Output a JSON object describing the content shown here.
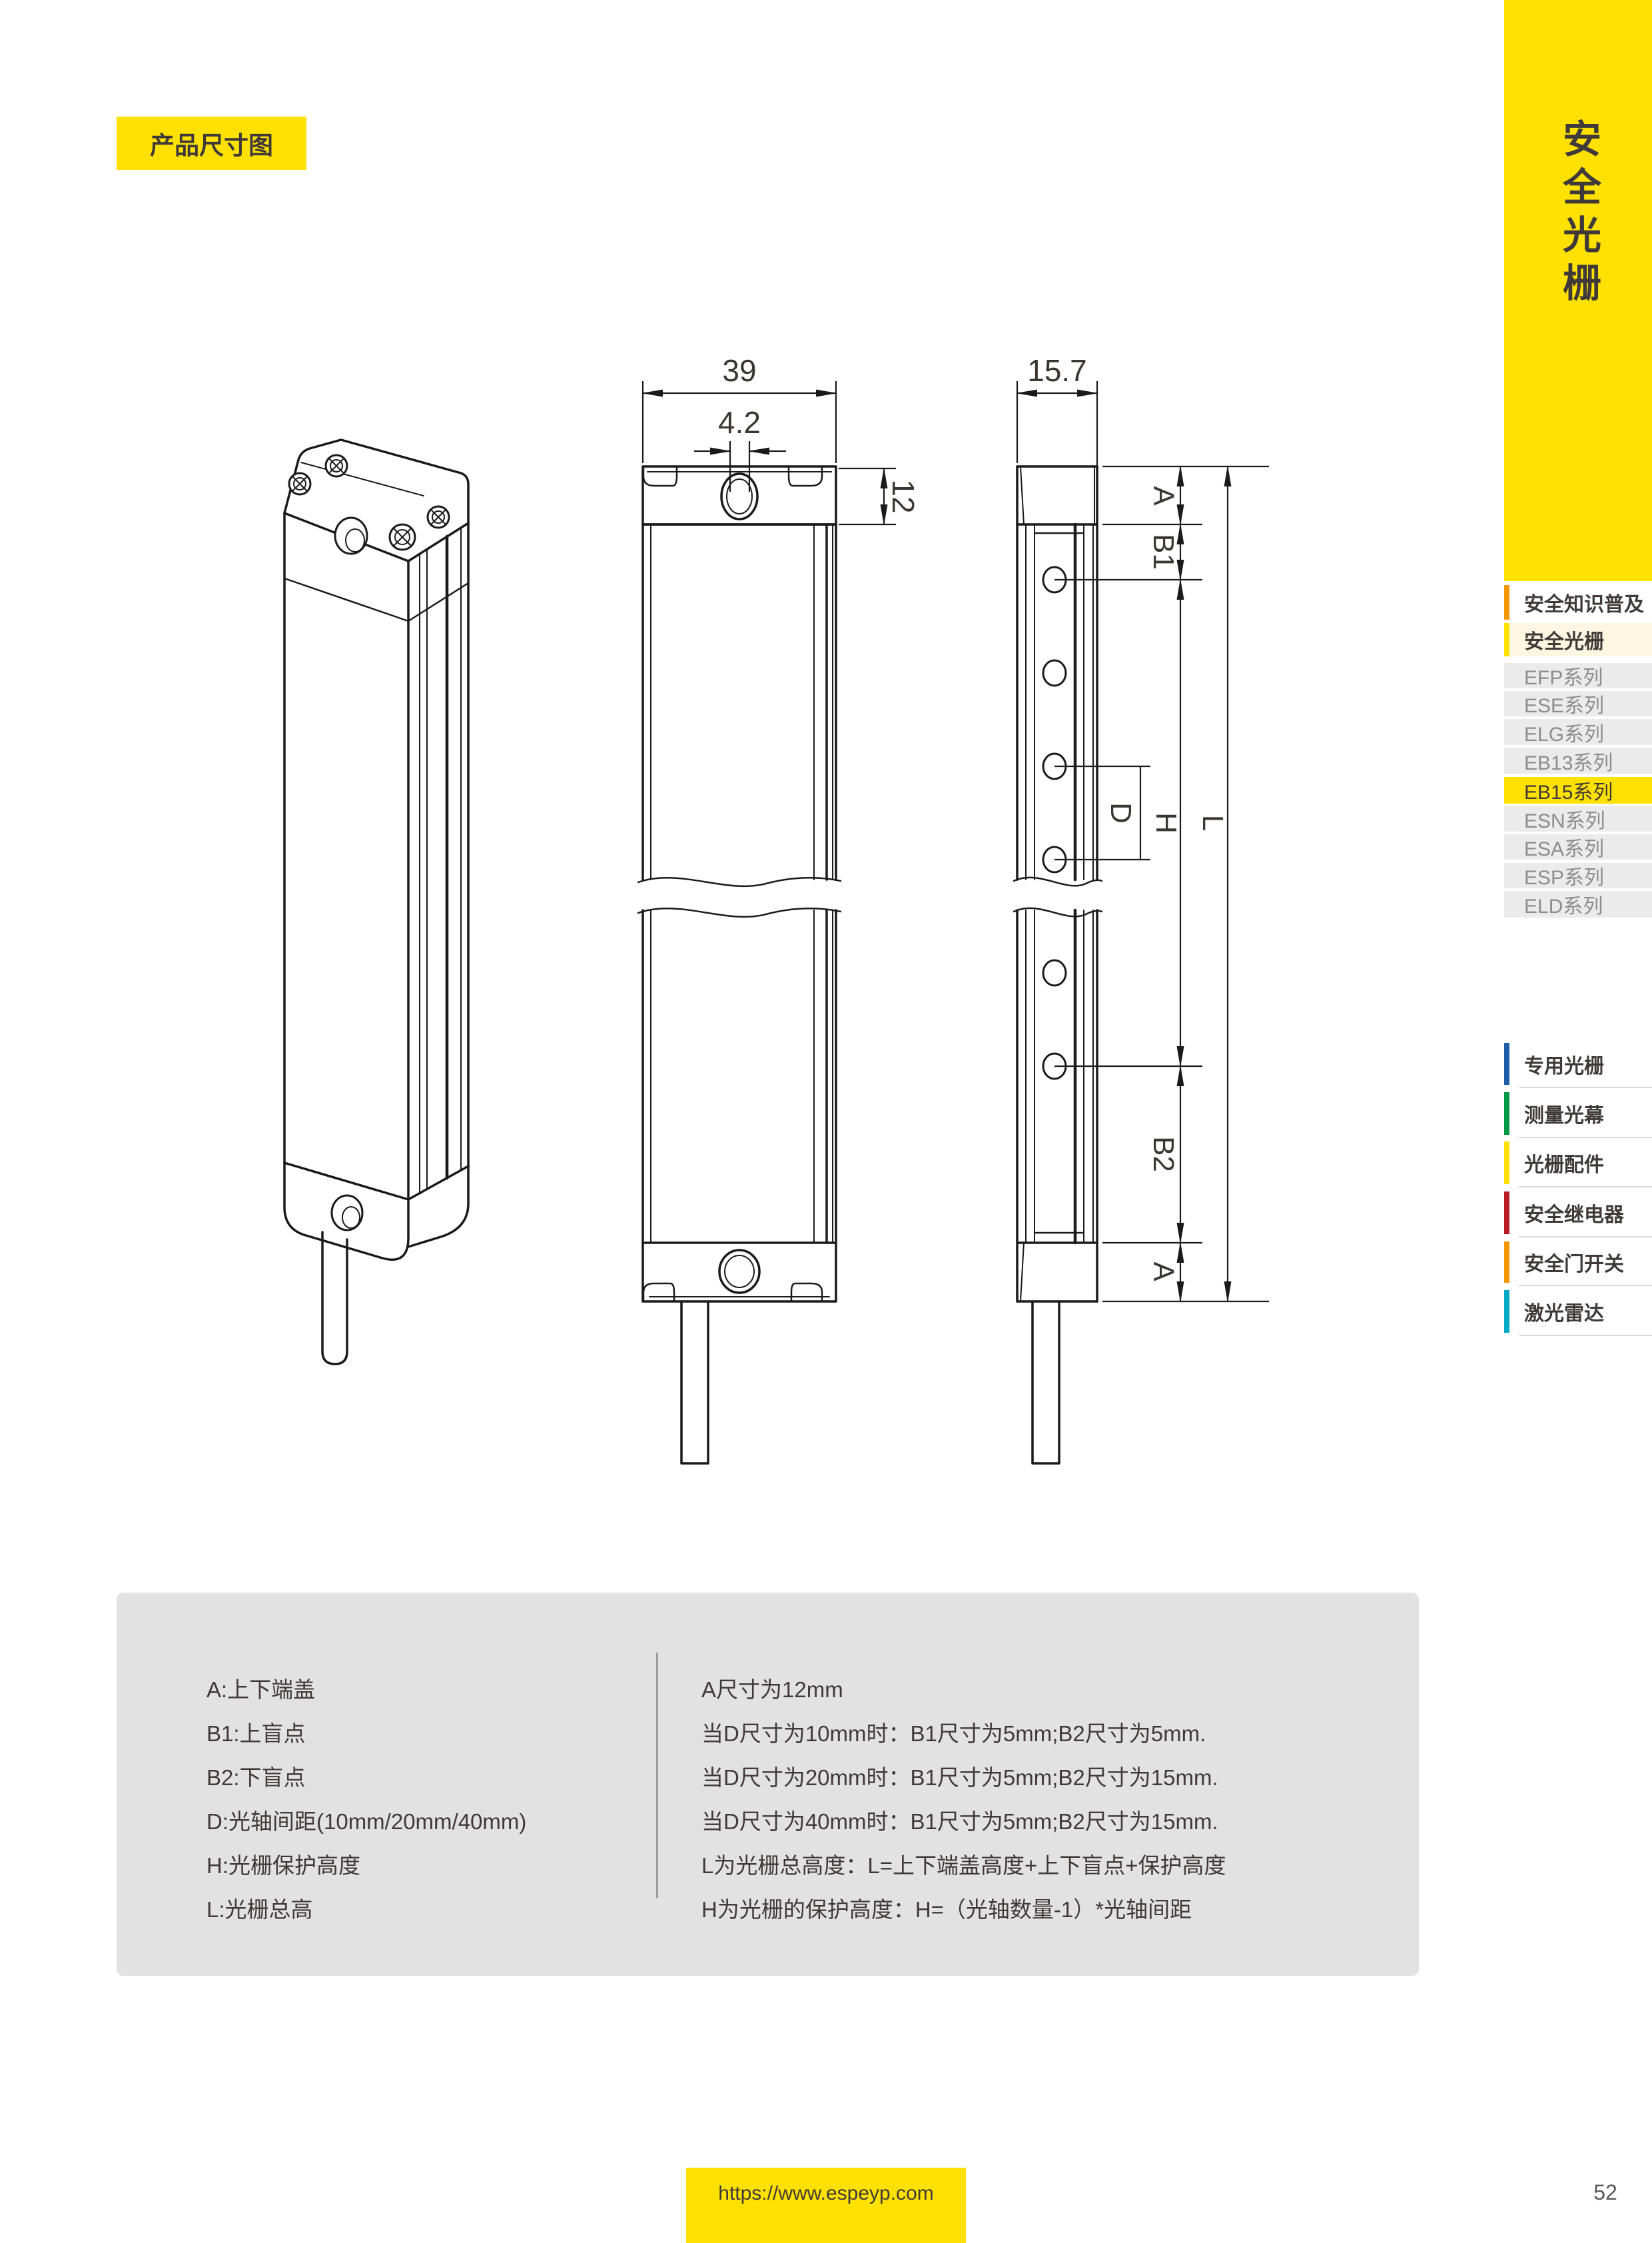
{
  "header": {
    "badge": "产品尺寸图"
  },
  "banner": {
    "title": "安全光栅",
    "bg": "#FFE100"
  },
  "colors": {
    "brand_yellow": "#FFE100",
    "light_yellow_bg": "#FBF7E1",
    "series_gray_bg": "#EBEBEB",
    "legend_gray_bg": "#E2E2E2",
    "dark_text": "#3F3A39",
    "gray_text": "#8C8C8C"
  },
  "sidebar": {
    "items": [
      {
        "label": "安全知识普及",
        "accent": "#F39800",
        "bg": "#FFFFFF"
      },
      {
        "label": "安全光栅",
        "accent": "#FFE100",
        "bg": "#FBF7E1"
      },
      {
        "label": "EFP系列"
      },
      {
        "label": "ESE系列"
      },
      {
        "label": "ELG系列"
      },
      {
        "label": "EB13系列"
      },
      {
        "label": "EB15系列",
        "bg": "#FFE100",
        "text": "#3F3A39"
      },
      {
        "label": "ESN系列"
      },
      {
        "label": "ESA系列"
      },
      {
        "label": "ESP系列"
      },
      {
        "label": "ELD系列"
      },
      {
        "label": "专用光栅",
        "accent": "#1C5CA8",
        "bg": "#FFFFFF"
      },
      {
        "label": "测量光幕",
        "accent": "#009844",
        "bg": "#FFFFFF"
      },
      {
        "label": "光栅配件",
        "accent": "#FFE100",
        "bg": "#FFFFFF"
      },
      {
        "label": "安全继电器",
        "accent": "#B81C22",
        "bg": "#FFFFFF"
      },
      {
        "label": "安全门开关",
        "accent": "#F39800",
        "bg": "#FFFFFF"
      },
      {
        "label": "激光雷达",
        "accent": "#00A7C6",
        "bg": "#FFFFFF"
      }
    ]
  },
  "drawing": {
    "dims": {
      "front_width": "39",
      "hole_pitch": "4.2",
      "cap_height": "12",
      "side_width": "15.7"
    },
    "labels": {
      "a_top": "A",
      "b1": "B1",
      "d": "D",
      "h": "H",
      "l": "L",
      "b2": "B2",
      "a_bottom": "A"
    }
  },
  "legend": {
    "left": [
      "A:上下端盖",
      "B1:上盲点",
      "B2:下盲点",
      "D:光轴间距(10mm/20mm/40mm)",
      "H:光栅保护高度",
      "L:光栅总高"
    ],
    "right": [
      "A尺寸为12mm",
      "当D尺寸为10mm时：B1尺寸为5mm;B2尺寸为5mm.",
      "当D尺寸为20mm时：B1尺寸为5mm;B2尺寸为15mm.",
      "当D尺寸为40mm时：B1尺寸为5mm;B2尺寸为15mm.",
      "L为光栅总高度：L=上下端盖高度+上下盲点+保护高度",
      "H为光栅的保护高度：H=（光轴数量-1）*光轴间距"
    ]
  },
  "footer": {
    "url": "https://www.espeyp.com",
    "page_number": "52"
  }
}
